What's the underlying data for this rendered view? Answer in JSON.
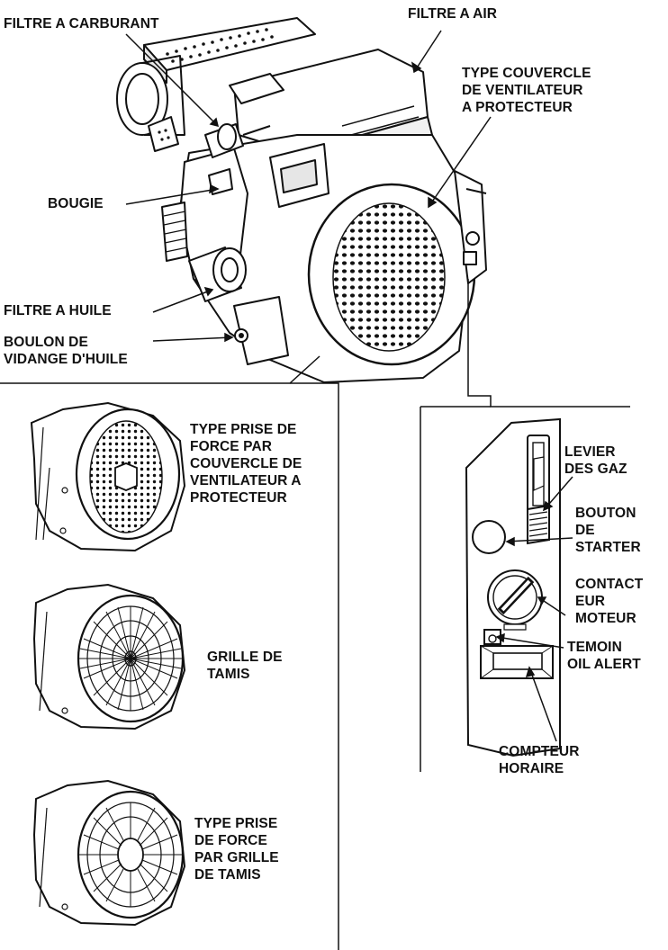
{
  "labels": {
    "fuel_filter": [
      "FILTRE A CARBURANT"
    ],
    "air_filter": [
      "FILTRE A AIR"
    ],
    "fan_cover": [
      "TYPE COUVERCLE",
      "DE VENTILATEUR",
      "A PROTECTEUR"
    ],
    "spark_plug": [
      "BOUGIE"
    ],
    "oil_filter": [
      "FILTRE A HUILE"
    ],
    "drain_bolt": [
      "BOULON DE",
      "VIDANGE D'HUILE"
    ],
    "pto_fan_cover": [
      "TYPE PRISE DE",
      "FORCE PAR",
      "COUVERCLE DE",
      "VENTILATEUR A",
      "PROTECTEUR"
    ],
    "screen_grid": [
      "GRILLE DE",
      "TAMIS"
    ],
    "pto_screen_grid": [
      "TYPE PRISE",
      "DE FORCE",
      "PAR GRILLE",
      "DE TAMIS"
    ],
    "throttle_lever": [
      "LEVIER",
      "DES GAZ"
    ],
    "choke_knob": [
      "BOUTON",
      "DE",
      "STARTER"
    ],
    "engine_switch": [
      "CONTACT",
      "EUR",
      "MOTEUR"
    ],
    "oil_alert": [
      "TEMOIN",
      "OIL ALERT"
    ],
    "hour_meter": [
      "COMPTEUR",
      "HORAIRE"
    ]
  },
  "colors": {
    "ink": "#111111",
    "paper": "#ffffff",
    "shade": "#d8d8d8"
  }
}
